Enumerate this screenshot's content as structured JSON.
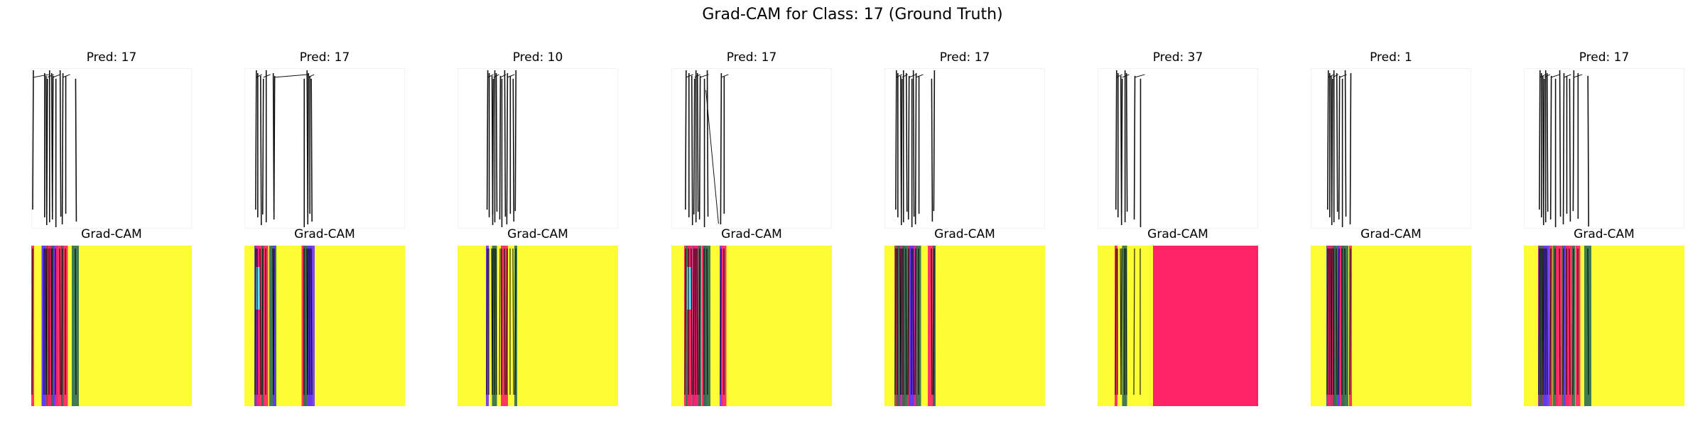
{
  "title": "Grad-CAM for Class: 17 (Ground Truth)",
  "cam_label": "Grad-CAM",
  "colors": {
    "background": "#ffffff",
    "stroke": "#111111",
    "cam_yellow": "#fdfd35",
    "cam_red": "#ff2266",
    "cam_green": "#2e6b55",
    "cam_blue": "#6a33ff",
    "cam_cyan": "#66ddff"
  },
  "panels": [
    {
      "pred": "Pred: 17",
      "red_bg": false
    },
    {
      "pred": "Pred: 17",
      "red_bg": false
    },
    {
      "pred": "Pred: 10",
      "red_bg": false
    },
    {
      "pred": "Pred: 17",
      "red_bg": false
    },
    {
      "pred": "Pred: 17",
      "red_bg": false
    },
    {
      "pred": "Pred: 37",
      "red_bg": true
    },
    {
      "pred": "Pred: 1",
      "red_bg": false
    },
    {
      "pred": "Pred: 17",
      "red_bg": false
    }
  ]
}
